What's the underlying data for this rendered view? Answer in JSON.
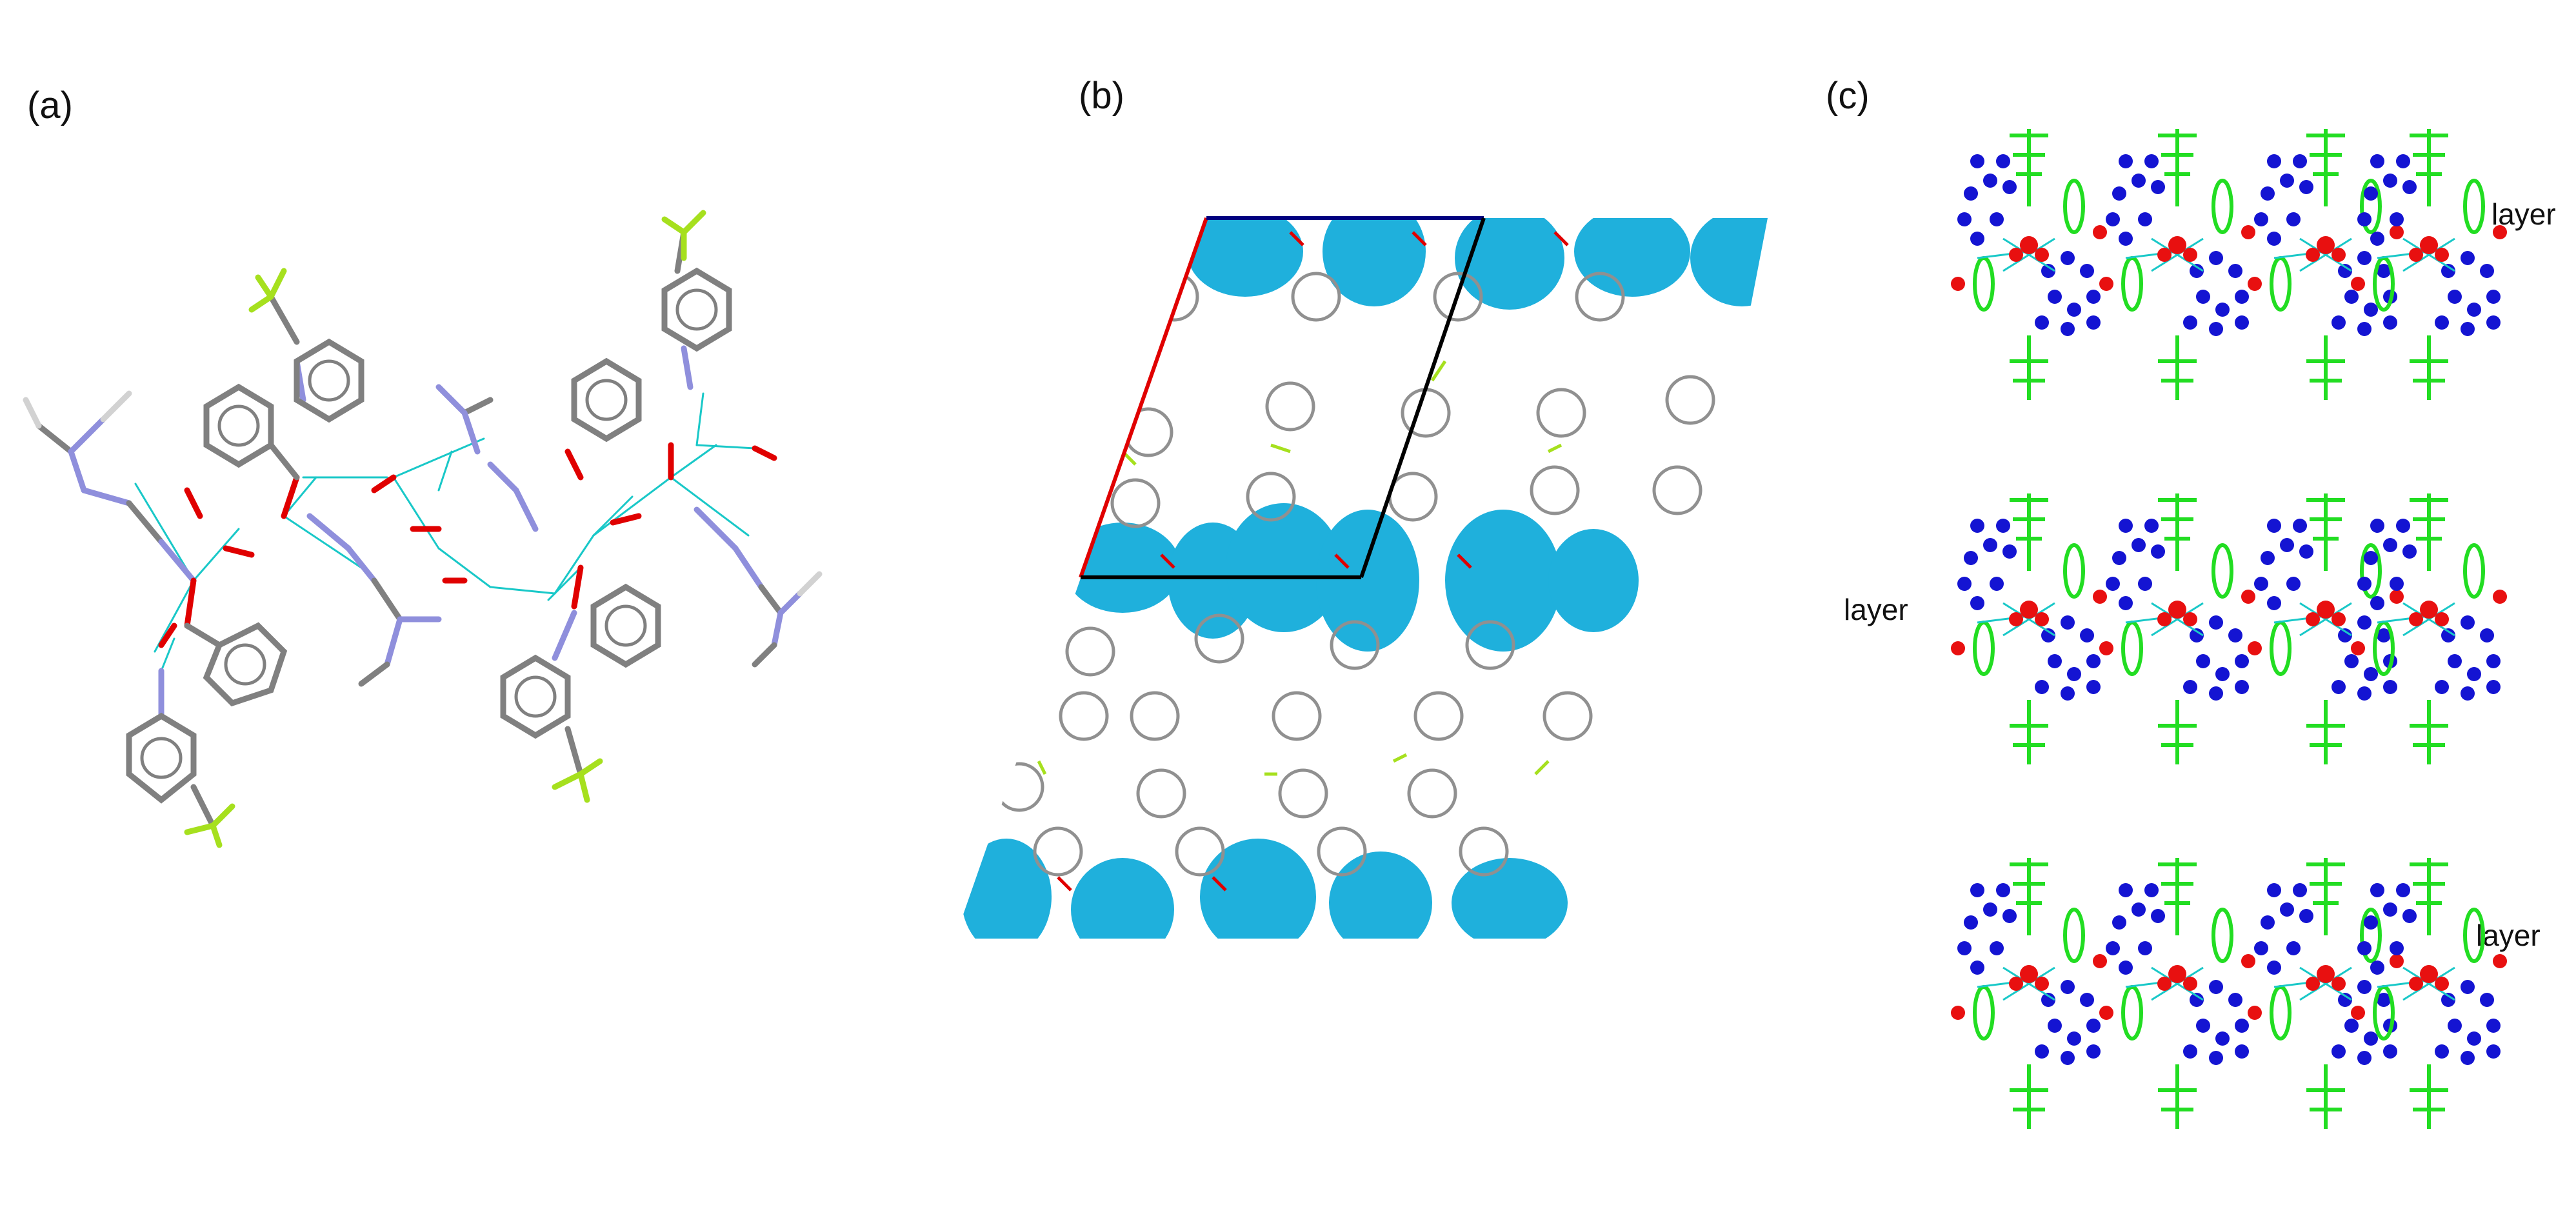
{
  "panels": [
    {
      "label": "(a)"
    },
    {
      "label": "(b)"
    },
    {
      "label": "(c)"
    }
  ],
  "layer_labels": [
    "layer",
    "layer",
    "layer"
  ],
  "colors": {
    "carbon": "#808080",
    "hydrogen": "#d2d2d2",
    "nitrogen": "#8f8fdc",
    "oxygen": "#e00000",
    "fluorine": "#a6e01e",
    "hbond": "#19c8c8",
    "void": "#1fb0dc",
    "cell_a": "#e00000",
    "cell_b": "#000080",
    "cell_c": "#000000",
    "layer_green": "#22dd22",
    "layer_blue": "#1414d2",
    "layer_red": "#e81010"
  }
}
